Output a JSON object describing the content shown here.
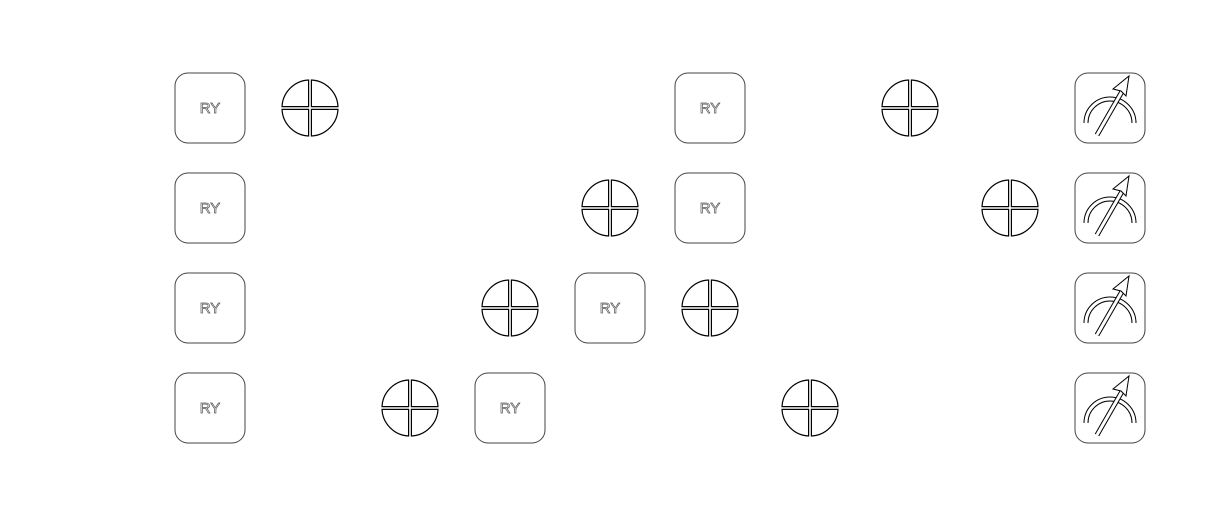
{
  "circuit": {
    "num_qubits": 4,
    "gate_label_ry": "RY",
    "colors": {
      "outline": "#000000",
      "fill": "#ffffff"
    },
    "gates": [
      {
        "type": "RY",
        "qubit": 0,
        "column": 0
      },
      {
        "type": "target",
        "qubit": 0,
        "column": 1
      },
      {
        "type": "RY",
        "qubit": 0,
        "column": 5
      },
      {
        "type": "target",
        "qubit": 0,
        "column": 7
      },
      {
        "type": "measure",
        "qubit": 0,
        "column": 9
      },
      {
        "type": "RY",
        "qubit": 1,
        "column": 0
      },
      {
        "type": "target",
        "qubit": 1,
        "column": 4
      },
      {
        "type": "RY",
        "qubit": 1,
        "column": 5
      },
      {
        "type": "target",
        "qubit": 1,
        "column": 8
      },
      {
        "type": "measure",
        "qubit": 1,
        "column": 9
      },
      {
        "type": "RY",
        "qubit": 2,
        "column": 0
      },
      {
        "type": "target",
        "qubit": 2,
        "column": 3
      },
      {
        "type": "RY",
        "qubit": 2,
        "column": 4
      },
      {
        "type": "target",
        "qubit": 2,
        "column": 5
      },
      {
        "type": "measure",
        "qubit": 2,
        "column": 9
      },
      {
        "type": "RY",
        "qubit": 3,
        "column": 0
      },
      {
        "type": "target",
        "qubit": 3,
        "column": 2
      },
      {
        "type": "RY",
        "qubit": 3,
        "column": 3
      },
      {
        "type": "target",
        "qubit": 3,
        "column": 6
      },
      {
        "type": "measure",
        "qubit": 3,
        "column": 9
      }
    ]
  }
}
